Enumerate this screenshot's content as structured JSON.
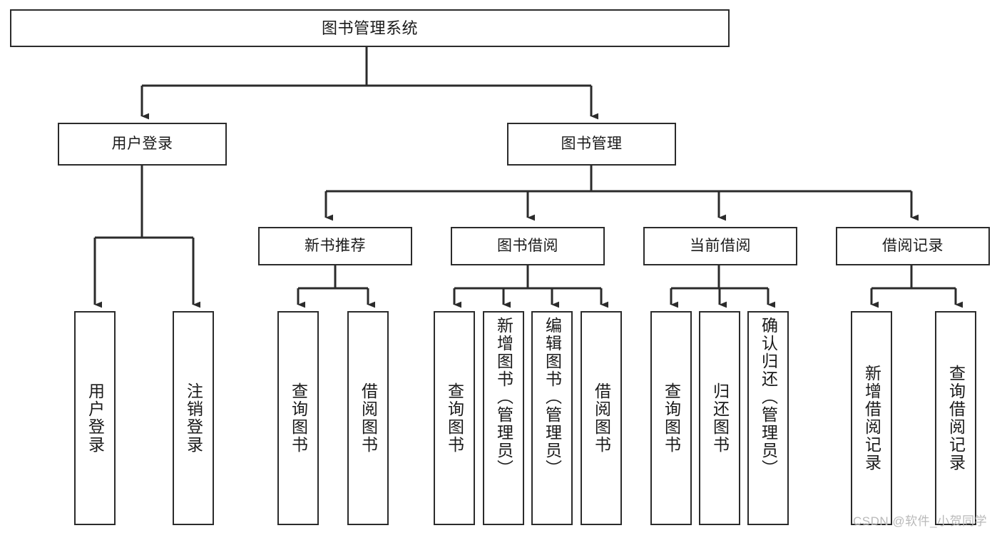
{
  "diagram": {
    "type": "tree-hierarchy-chart",
    "title": "图书管理系统",
    "orientation": "top-down",
    "colors": {
      "box_border": "#2b2b2b",
      "box_fill": "#ffffff",
      "connector": "#2b2b2b",
      "text": "#1a1a1a",
      "watermark": "#b9b9b9",
      "background": "#ffffff"
    },
    "root": {
      "id": "root",
      "label": "图书管理系统"
    },
    "level2": [
      {
        "id": "user-login",
        "label": "用户登录"
      },
      {
        "id": "book-management",
        "label": "图书管理"
      }
    ],
    "level3": [
      {
        "id": "new-book-recommend",
        "label": "新书推荐",
        "parent": "book-management"
      },
      {
        "id": "book-borrow",
        "label": "图书借阅",
        "parent": "book-management"
      },
      {
        "id": "current-borrow",
        "label": "当前借阅",
        "parent": "book-management"
      },
      {
        "id": "borrow-record",
        "label": "借阅记录",
        "parent": "book-management"
      }
    ],
    "leaves": {
      "user_login": [
        {
          "id": "leaf-user-login",
          "label": "用户登录"
        },
        {
          "id": "leaf-logout-login",
          "label": "注销登录"
        }
      ],
      "new_book_recommend": [
        {
          "id": "leaf-query-book-1",
          "label": "查询图书"
        },
        {
          "id": "leaf-borrow-book-1",
          "label": "借阅图书"
        }
      ],
      "book_borrow": [
        {
          "id": "leaf-query-book-2",
          "label": "查询图书"
        },
        {
          "id": "leaf-add-book",
          "label": "新增图书（管理员）"
        },
        {
          "id": "leaf-edit-book",
          "label": "编辑图书（管理员）"
        },
        {
          "id": "leaf-borrow-book-2",
          "label": "借阅图书"
        }
      ],
      "current_borrow": [
        {
          "id": "leaf-query-book-3",
          "label": "查询图书"
        },
        {
          "id": "leaf-return-book",
          "label": "归还图书"
        },
        {
          "id": "leaf-confirm-return",
          "label": "确认归还（管理员）"
        }
      ],
      "borrow_record": [
        {
          "id": "leaf-add-record",
          "label": "新增借阅记录"
        },
        {
          "id": "leaf-query-record",
          "label": "查询借阅记录"
        }
      ]
    }
  },
  "watermark": {
    "text": "CSDN @软件_小贺同学"
  }
}
